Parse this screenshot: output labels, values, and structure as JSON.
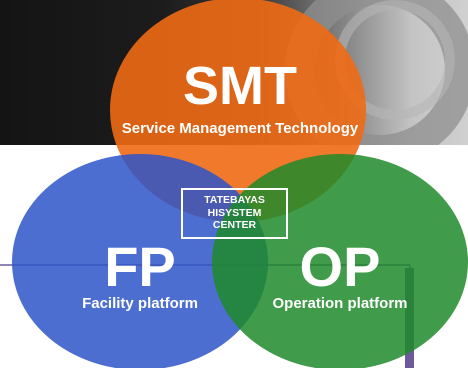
{
  "smt": {
    "abbr": "SMT",
    "full": "Service Management Technology"
  },
  "fp": {
    "abbr": "FP",
    "full": "Facility platform"
  },
  "op": {
    "abbr": "OP",
    "full": "Operation platform"
  },
  "center": {
    "line1": "TATEBAYAS",
    "line2": "HISYSTEM",
    "line3": "CENTER"
  },
  "colors": {
    "smt": "#f06a14",
    "fp": "#2d55c8",
    "op": "#1f8a2a",
    "text": "#ffffff",
    "banner_dark": "#1a1a1a",
    "banner_light": "#c8c8c8"
  }
}
